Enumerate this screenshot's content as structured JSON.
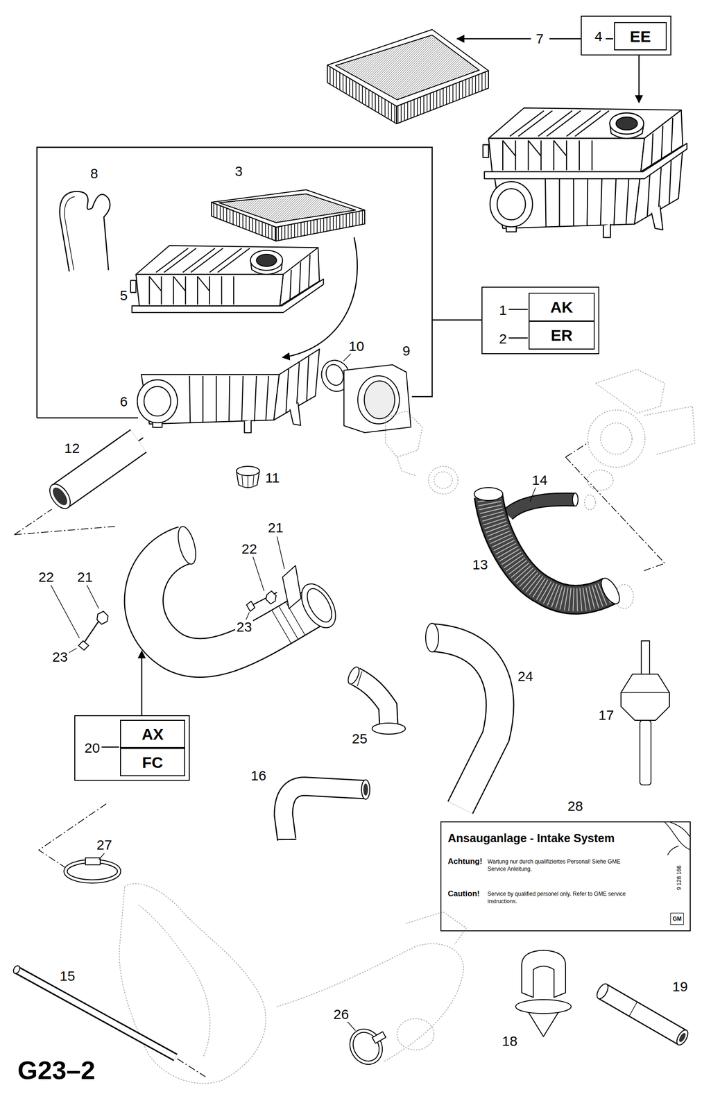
{
  "diagram": {
    "title": "G23–2",
    "nodes": [
      {
        "text": [
          "4"
        ]
      },
      {
        "text": [
          "EE"
        ],
        "in": 0
      },
      {
        "text": [
          "1",
          "2"
        ]
      },
      {
        "text": [
          "AK"
        ],
        "in": 2
      },
      {
        "text": [
          "ER"
        ],
        "in": 2
      },
      {
        "text": [
          "20"
        ]
      },
      {
        "text": [
          "AX"
        ],
        "in": 5
      },
      {
        "text": [
          "FC"
        ],
        "in": 5
      },
      {
        "text": [
          "Ansauganlage - Intake System",
          "Achtung!",
          "Wartung nur durch qualifiziertes Personal! Siehe GME Service Anleitung.",
          "Caution!",
          "Service by qualified personel only. Refer to GME service instructions.",
          "9 128 166",
          "GM"
        ]
      }
    ],
    "labels": [
      "7",
      "8",
      "3",
      "5",
      "10",
      "9",
      "6",
      "12",
      "11",
      "14",
      "21",
      "22",
      "22",
      "21",
      "13",
      "23",
      "23",
      "24",
      "17",
      "25",
      "16",
      "28",
      "27",
      "15",
      "19",
      "26",
      "18"
    ]
  }
}
